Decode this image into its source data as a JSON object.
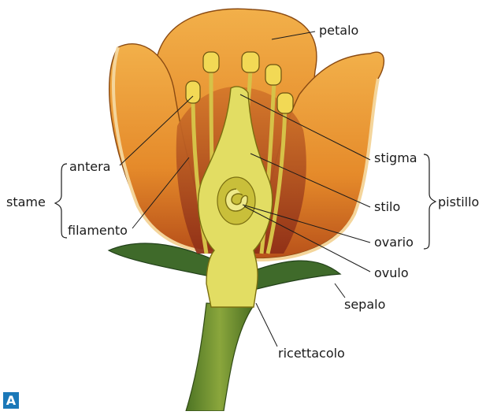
{
  "labels": {
    "petalo": "petalo",
    "antera": "antera",
    "stame": "stame",
    "filamento": "filamento",
    "stigma": "stigma",
    "stilo": "stilo",
    "ovario": "ovario",
    "pistillo": "pistillo",
    "ovulo": "ovulo",
    "sepalo": "sepalo",
    "ricettacolo": "ricettacolo"
  },
  "panel_badge": "A",
  "colors": {
    "petal_orange": "#f0a53a",
    "petal_dark": "#c96a1e",
    "inner_red": "#a23d1c",
    "pistil_yellow": "#e2dd63",
    "stem_green": "#7f9a35",
    "sepal_green": "#3f6a2a",
    "badge_blue": "#1b78b8"
  }
}
